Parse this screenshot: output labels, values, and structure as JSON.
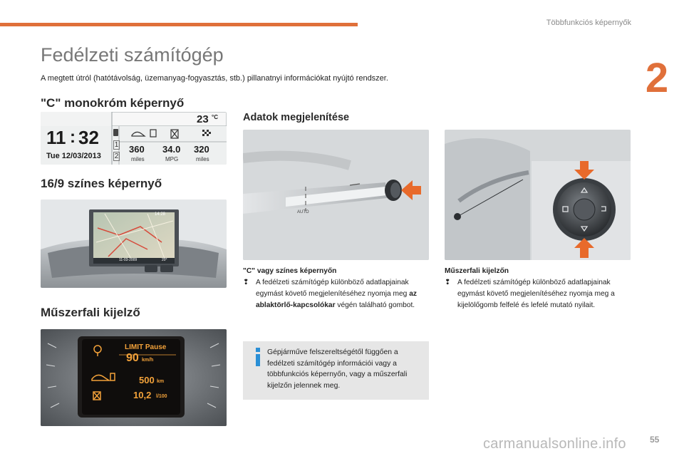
{
  "header": {
    "running_title": "Többfunkciós képernyők",
    "chapter_number": "2"
  },
  "page": {
    "title": "Fedélzeti számítógép",
    "intro": "A megtett útról (hatótávolság, üzemanyag-fogyasztás, stb.) pillanatnyi információkat nyújtó rendszer.",
    "page_number": "55",
    "watermark": "carmanualsonline.info"
  },
  "sections": {
    "mono": "\"C\" monokróm képernyő",
    "color": "16/9 színes képernyő",
    "cluster": "Műszerfali kijelző",
    "display_data": "Adatok megjelenítése"
  },
  "mono_display": {
    "temp": "23",
    "temp_unit": "°C",
    "time_h": "11",
    "time_m": "32",
    "date": "Tue 12/03/2013",
    "tabs": [
      "1",
      "2"
    ],
    "values": [
      "360",
      "34.0",
      "320"
    ],
    "units": [
      "miles",
      "MPG",
      "miles"
    ]
  },
  "color_screen": {
    "time": "14:28",
    "date": "11-03-2009",
    "temp": "20°"
  },
  "cluster_display": {
    "row1_label": "LIMIT Pause",
    "row1_value": "90",
    "row1_unit": "km/h",
    "row2_value": "500",
    "row2_unit": "km",
    "row3_value": "10,2",
    "row3_unit": "l/100"
  },
  "stalk_image": {
    "label": "AUTO"
  },
  "caption_left": {
    "heading": "\"C\" vagy színes képernyőn",
    "marker": "❢",
    "text_before": "A fedélzeti számítógép különböző adatlapjainak egymást követő megjelenítéséhez nyomja meg ",
    "text_bold": "az ablaktörlő-kapcsolókar",
    "text_after": " végén található gombot."
  },
  "caption_right": {
    "heading": "Műszerfali kijelzőn",
    "marker": "❢",
    "text": "A fedélzeti számítógép különböző adatlapjainak egymást követő megjelenítéséhez nyomja meg a kijelölőgomb felfelé és lefelé mutató nyilait."
  },
  "info_note": {
    "icon": "info-icon",
    "text": "Gépjárműve felszereltségétől függően a fedélzeti számítógép információi vagy a többfunkciós képernyőn, vagy a műszerfali kijelzőn jelennek meg."
  },
  "colors": {
    "accent": "#e0703a",
    "amber": "#f3a23a"
  }
}
